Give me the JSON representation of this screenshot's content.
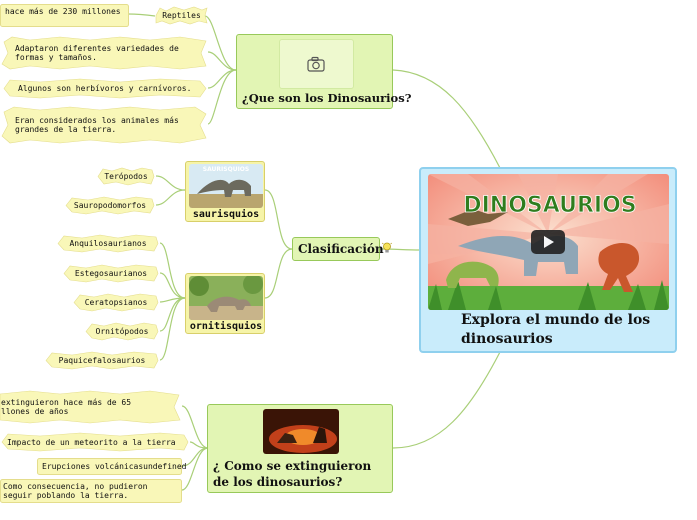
{
  "root": {
    "title": "Explora el mundo de los dinosaurios",
    "image_title": "DINOSAURIOS"
  },
  "topics": {
    "que_son": {
      "label": "¿Que son los Dinosaurios?",
      "icon": "camera-icon"
    },
    "clasificacion": {
      "label": "Clasificación",
      "icon": "lightbulb-icon"
    },
    "extincion": {
      "label": "¿ Como se extinguieron de los dinosaurios?"
    }
  },
  "groups": {
    "saurisquios": {
      "label": "saurisquios",
      "image_caption": "SAURISQUIOS"
    },
    "ornitisquios": {
      "label": "ornitisquios"
    }
  },
  "leaves": {
    "que_son": [
      "hace más de 230 millones",
      "Reptiles",
      "Adaptaron diferentes variedades de formas y tamaños.",
      "Algunos son herbívoros y carnívoros.",
      "Eran considerados los animales más grandes de la tierra."
    ],
    "saurisquios": [
      "Terópodos",
      "Sauropodomorfos"
    ],
    "ornitisquios": [
      "Anquilosaurianos",
      "Estegosaurianos",
      "Ceratopsianos",
      "Ornitópodos",
      "Paquicefalosaurios"
    ],
    "extincion": [
      "extinguieron hace más de 65 llones de años",
      "Impacto de un meteorito a la tierra",
      "Erupciones volcánicasundefined",
      "Como consecuencia, no pudieron seguir poblando la tierra."
    ]
  },
  "colors": {
    "root_fill": "#c9ecfb",
    "topic_fill": "#e2f5b4",
    "leaf_fill": "#f9f7b8",
    "link": "#9fcc6a"
  }
}
